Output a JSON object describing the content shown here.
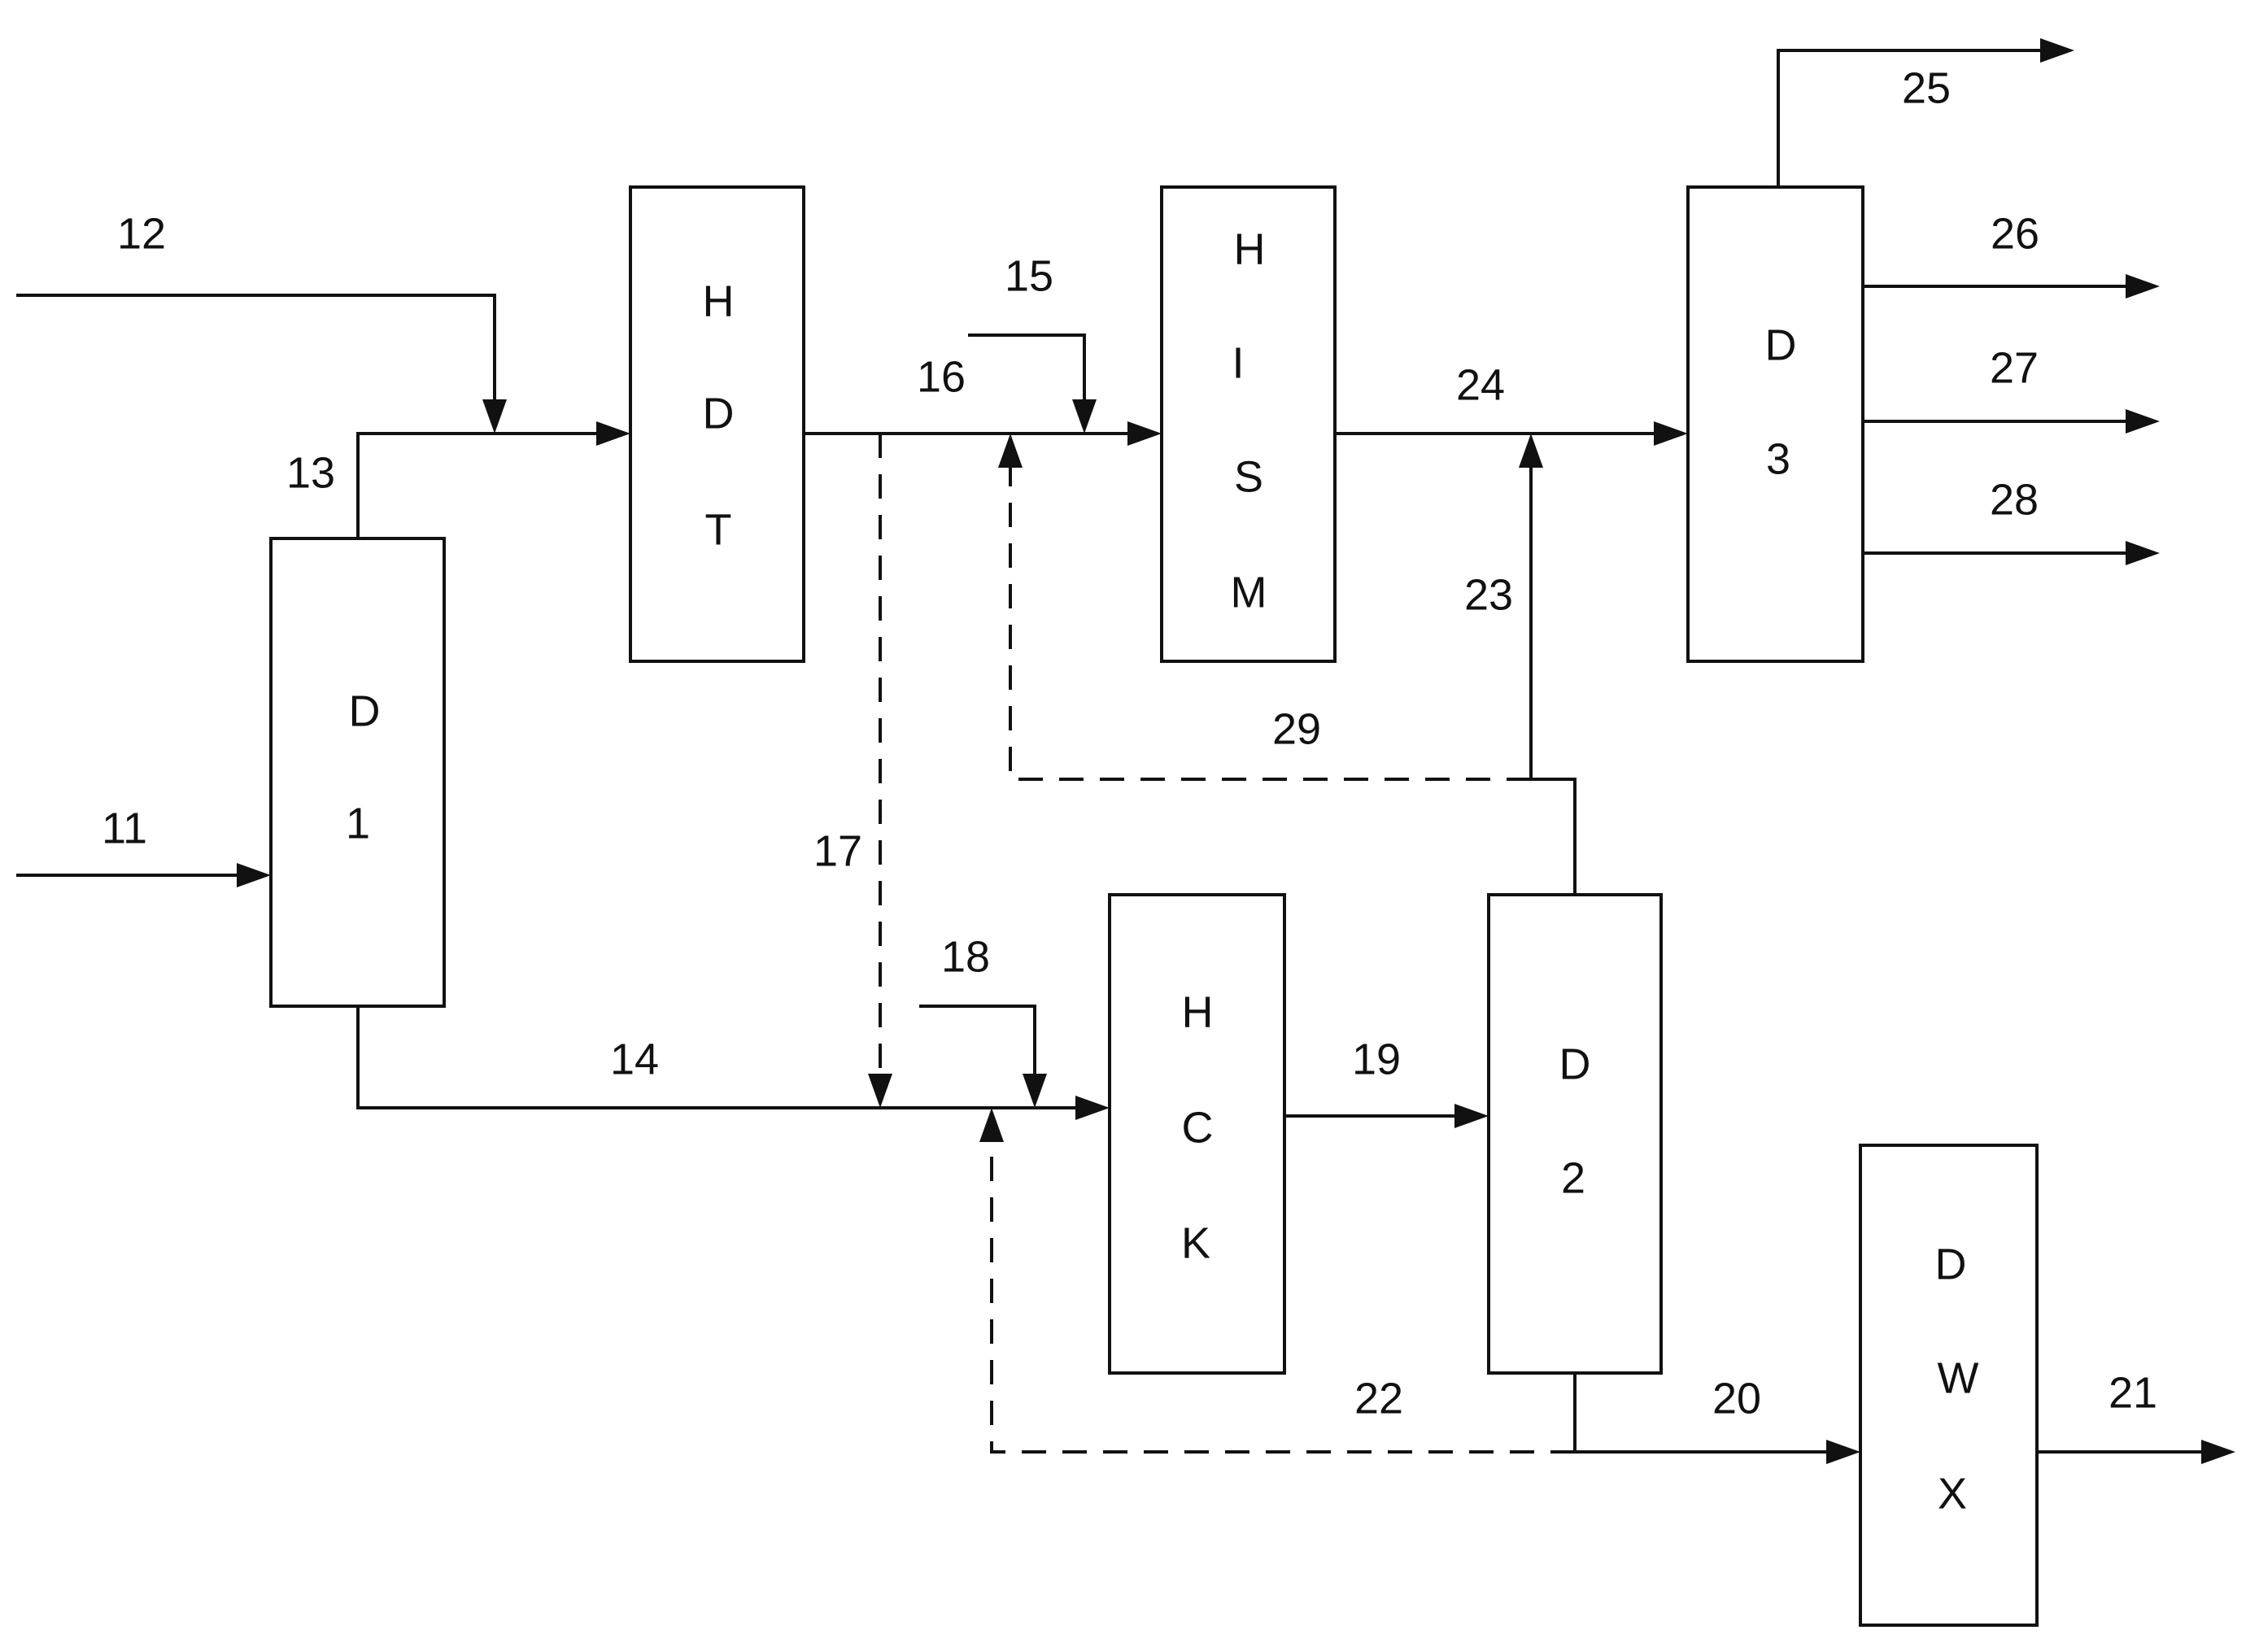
{
  "units": {
    "d1": {
      "letters": [
        "D",
        "1"
      ]
    },
    "hdt": {
      "letters": [
        "H",
        "D",
        "T"
      ]
    },
    "hism": {
      "letters": [
        "H",
        "I",
        "S",
        "M"
      ]
    },
    "d3": {
      "letters": [
        "D",
        "3"
      ]
    },
    "hck": {
      "letters": [
        "H",
        "C",
        "K"
      ]
    },
    "d2": {
      "letters": [
        "D",
        "2"
      ]
    },
    "dwx": {
      "letters": [
        "D",
        "W",
        "X"
      ]
    }
  },
  "streams": {
    "s11": "11",
    "s12": "12",
    "s13": "13",
    "s14": "14",
    "s15": "15",
    "s16": "16",
    "s17": "17",
    "s18": "18",
    "s19": "19",
    "s20": "20",
    "s21": "21",
    "s22": "22",
    "s23": "23",
    "s24": "24",
    "s25": "25",
    "s26": "26",
    "s27": "27",
    "s28": "28",
    "s29": "29"
  }
}
